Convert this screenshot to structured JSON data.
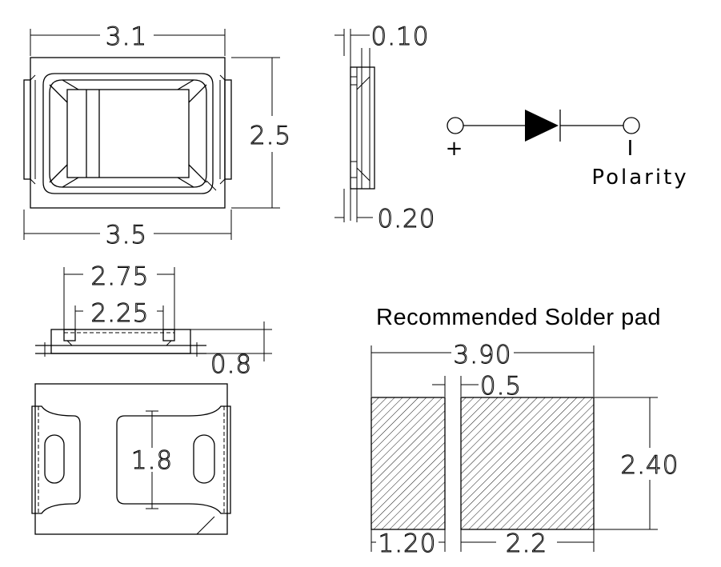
{
  "top_view": {
    "width_label": "3.1",
    "height_label": "2.5",
    "outer_width_label": "3.5"
  },
  "side_view": {
    "top_label": "0.10",
    "bottom_label": "0.20"
  },
  "polarity": {
    "plus_label": "+",
    "minus_label": "I",
    "caption": "Polarity"
  },
  "front_view": {
    "outer_label": "2.75",
    "inner_label": "2.25",
    "height_label": "0.8"
  },
  "bottom_view": {
    "pad_label": "1.8"
  },
  "solder_pad": {
    "title": "Recommended Solder pad",
    "total_width_label": "3.90",
    "gap_label": "0.5",
    "height_label": "2.40",
    "left_pad_label": "1.20",
    "right_pad_label": "2.2"
  }
}
